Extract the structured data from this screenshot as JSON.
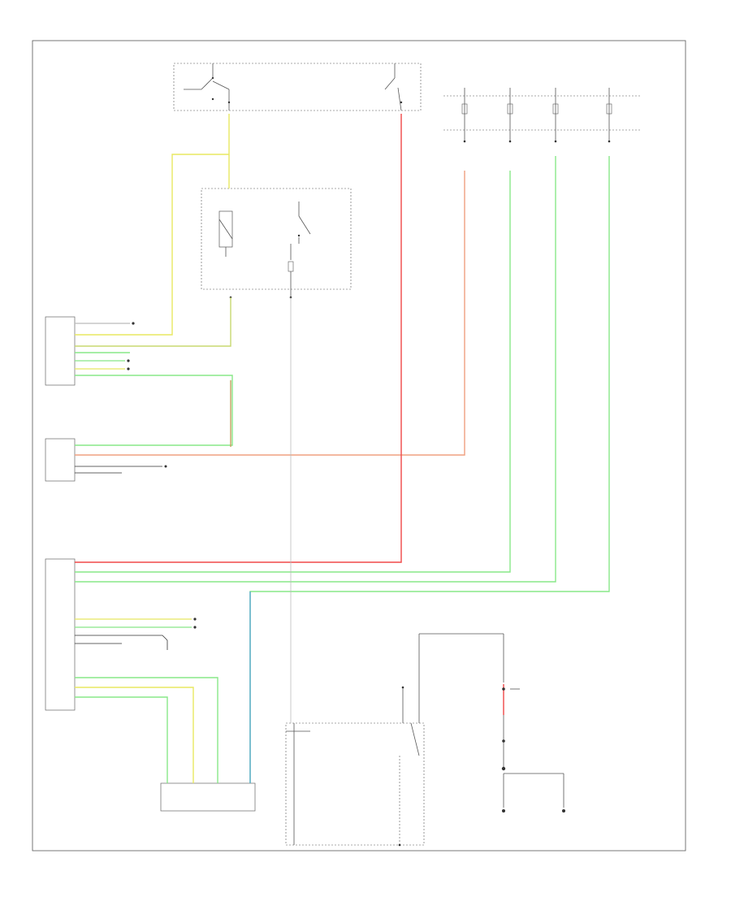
{
  "diagram": {
    "footer_code": "",
    "colors": {
      "yellow": "#e8e860",
      "red": "#f04848",
      "green": "#88e888",
      "orange": "#f0a080",
      "blue": "#5aa8d0",
      "gray": "#bbbbbb",
      "black": "#333333"
    },
    "components": [
      {
        "id": "ignition-switch",
        "label": ""
      },
      {
        "id": "power-distribution-box",
        "label": ""
      },
      {
        "id": "fuse-box",
        "label": ""
      },
      {
        "id": "engine-control-module",
        "label": ""
      },
      {
        "id": "transmission-control-module",
        "label": ""
      },
      {
        "id": "instrument-cluster",
        "label": ""
      },
      {
        "id": "transmission-range-sensor",
        "label": ""
      },
      {
        "id": "starter-relay",
        "label": ""
      },
      {
        "id": "ground-g1",
        "label": ""
      },
      {
        "id": "ground-g2",
        "label": ""
      }
    ],
    "icons": [
      "ground-icon",
      "splice-icon",
      "fuse-icon",
      "relay-coil-icon",
      "switch-icon"
    ]
  }
}
